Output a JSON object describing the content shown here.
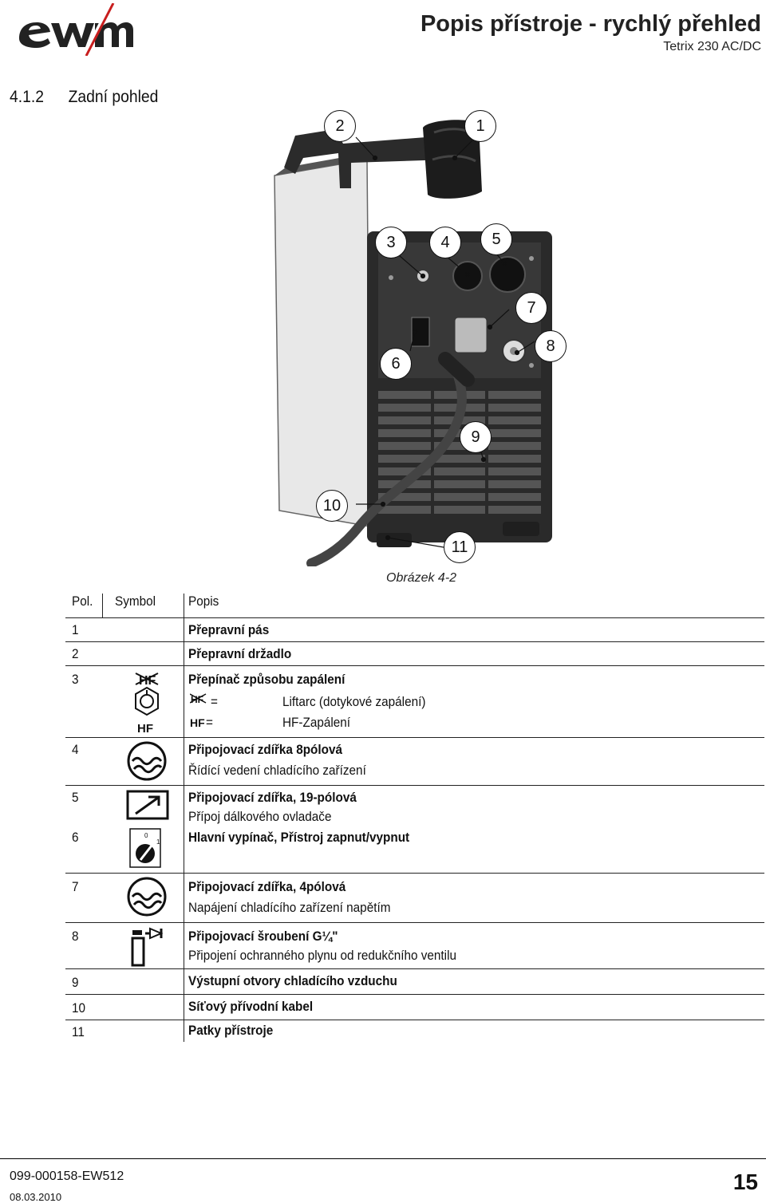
{
  "header": {
    "brand": "ewm",
    "title": "Popis přístroje - rychlý přehled",
    "subtitle": "Tetrix 230 AC/DC"
  },
  "section": {
    "number": "4.1.2",
    "title": "Zadní pohled"
  },
  "figure": {
    "caption": "Obrázek 4-2",
    "callouts": [
      "1",
      "2",
      "3",
      "4",
      "5",
      "6",
      "7",
      "8",
      "9",
      "10",
      "11"
    ]
  },
  "table": {
    "headers": {
      "pos": "Pol.",
      "symbol": "Symbol",
      "desc": "Popis"
    },
    "rows": [
      {
        "pos": "1",
        "title": "Přepravní pás"
      },
      {
        "pos": "2",
        "title": "Přepravní držadlo"
      },
      {
        "pos": "3",
        "title": "Přepínač způsobu zapálení",
        "sub1_eq": "=",
        "sub1_text": "Liftarc (dotykové zapálení)",
        "sub2_sym": "HF",
        "sub2_eq": "=",
        "sub2_text": "HF-Zapálení",
        "symbol_label": "HF"
      },
      {
        "pos": "4",
        "title": "Připojovací zdířka 8pólová",
        "desc": "Řídící vedení chladícího zařízení"
      },
      {
        "pos": "5",
        "title": "Připojovací zdířka, 19-pólová",
        "desc": "Přípoj dálkového ovladače"
      },
      {
        "pos": "6",
        "title": "Hlavní vypínač, Přístroj zapnut/vypnut",
        "symbol_0": "0",
        "symbol_1": "1"
      },
      {
        "pos": "7",
        "title": "Připojovací zdířka, 4pólová",
        "desc": "Napájení chladícího zařízení napětím"
      },
      {
        "pos": "8",
        "title": "Připojovací šroubení G¼\"",
        "desc": "Připojení ochranného plynu od redukčního ventilu"
      },
      {
        "pos": "9",
        "title": "Výstupní otvory chladícího vzduchu"
      },
      {
        "pos": "10",
        "title": "Síťový přívodní kabel"
      },
      {
        "pos": "11",
        "title": "Patky přístroje"
      }
    ]
  },
  "footer": {
    "doc_id": "099-000158-EW512",
    "date": "08.03.2010",
    "page": "15"
  },
  "icons": [
    "ewm-logo",
    "welding-machine-photo",
    "hf-switch-icon",
    "coolant-socket-icon",
    "remote-socket-icon",
    "main-switch-icon",
    "gas-connection-icon"
  ]
}
